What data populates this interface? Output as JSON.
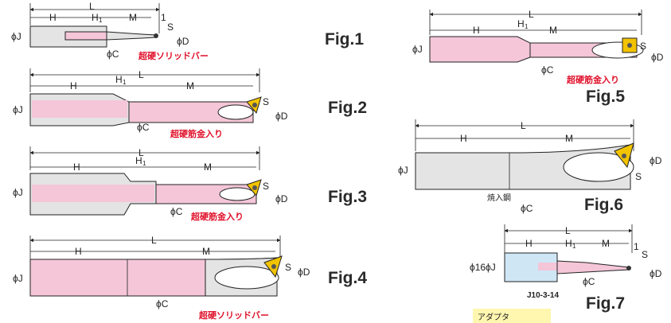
{
  "colors": {
    "steel": "#e4e4e4",
    "carbide": "#f4c6d8",
    "insert_gold": "#f2c300",
    "adapter_blue": "#cfe6f5",
    "note_red": "#e0102a",
    "label_bg": "#fff6b0"
  },
  "dims": {
    "L": "L",
    "H": "H",
    "H1": "H",
    "H1_sub": "1",
    "M": "M",
    "S": "S",
    "D": "ϕD",
    "C": "ϕC",
    "J": "ϕJ",
    "one": "1",
    "phi16": "ϕ16"
  },
  "figs": {
    "fig1": "Fig.1",
    "fig2": "Fig.2",
    "fig3": "Fig.3",
    "fig4": "Fig.4",
    "fig5": "Fig.5",
    "fig6": "Fig.6",
    "fig7": "Fig.7"
  },
  "notes": {
    "solid_carbide": "超硬ソリッドバー",
    "carbide_reinforced": "超硬筋金入り",
    "hardened_steel": "焼入鋼",
    "part_no": "J10-3-14",
    "adapter": "アダプタ"
  },
  "icons": {
    "insert": "insert-icon",
    "screw": "screw-icon"
  }
}
